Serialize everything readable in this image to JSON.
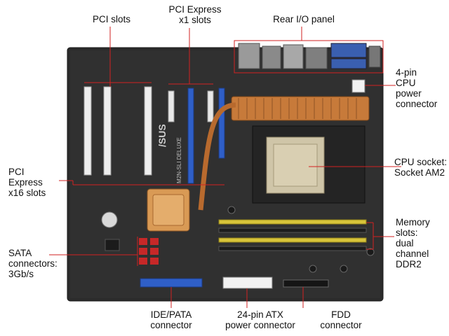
{
  "diagram": {
    "labels": {
      "pci_slots": "PCI slots",
      "pcie_x1_slots": "PCI Express\nx1 slots",
      "rear_io_panel": "Rear I/O panel",
      "cpu_power": "4-pin\nCPU\npower\nconnector",
      "cpu_socket": "CPU socket:\nSocket AM2",
      "memory_slots": "Memory\nslots:\ndual\nchannel\nDDR2",
      "pcie_x16_slots": "PCI\nExpress\nx16 slots",
      "sata_connectors": "SATA\nconnectors:\n3Gb/s",
      "ide_pata": "IDE/PATA\nconnector",
      "atx_power": "24-pin ATX\npower connector",
      "fdd": "FDD\nconnector"
    },
    "board_text": {
      "brand": "/SUS",
      "model": "M2N-SLI DELUXE"
    },
    "colors": {
      "callout": "#d22222",
      "board": "#2b2b2b",
      "slot_white": "#eeeeee",
      "slot_blue": "#2f5fc8",
      "dimm_yellow": "#d8c43a",
      "copper": "#c77a3a"
    }
  }
}
